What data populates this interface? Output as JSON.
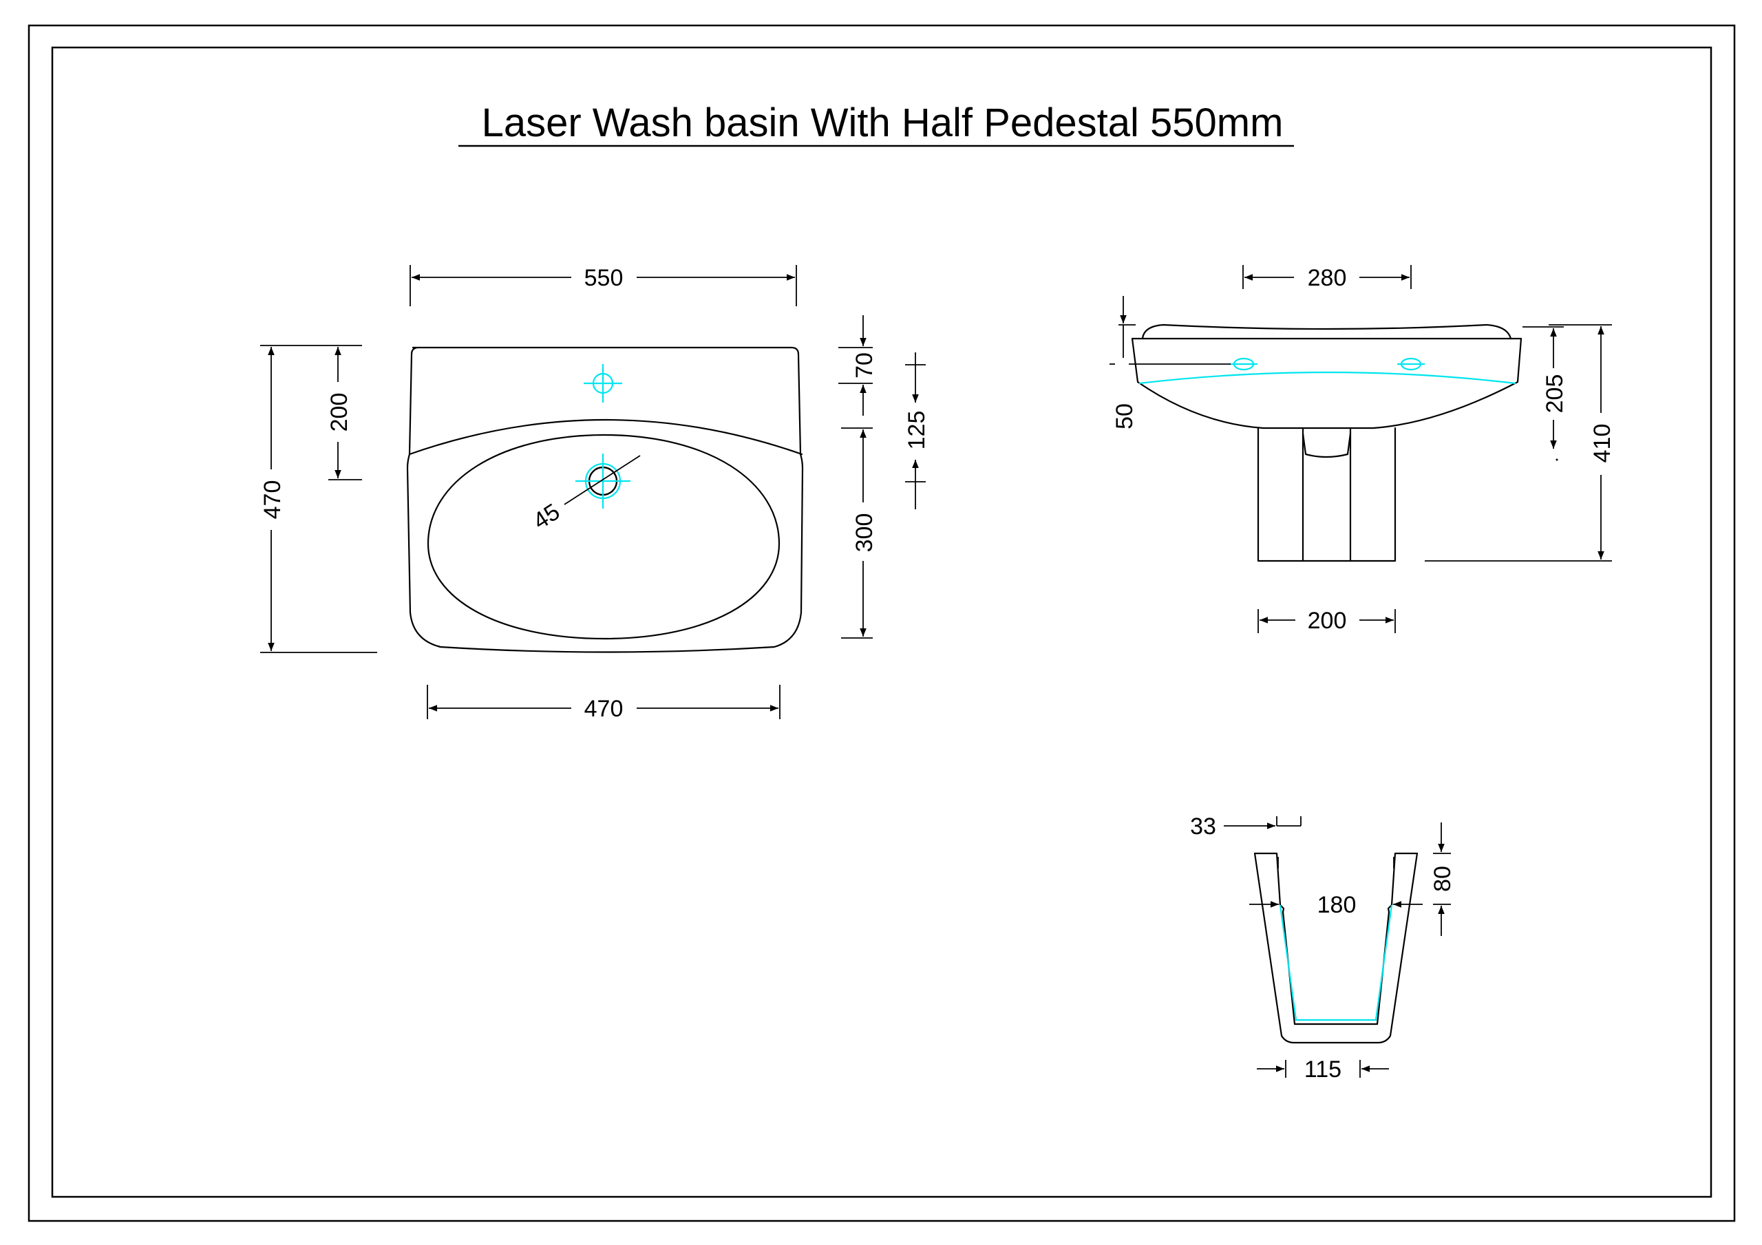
{
  "title": "Laser Wash basin With Half Pedestal 550mm",
  "colors": {
    "line": "#000000",
    "center_mark": "#00e5ee",
    "background": "#ffffff"
  },
  "top_view": {
    "overall_width": "550",
    "overall_depth": "470",
    "back_to_bowl": "200",
    "tap_hole_offset": "70",
    "edge_to_waste": "125",
    "bowl_depth": "300",
    "bowl_width": "470",
    "waste_diameter": "45"
  },
  "side_view": {
    "depth": "280",
    "tap_offset": "50",
    "basin_height": "205",
    "total_height": "410",
    "pedestal_width": "200"
  },
  "pedestal_section": {
    "wall": "33",
    "top_inner": "180",
    "lip_depth": "80",
    "bottom_width": "115"
  }
}
